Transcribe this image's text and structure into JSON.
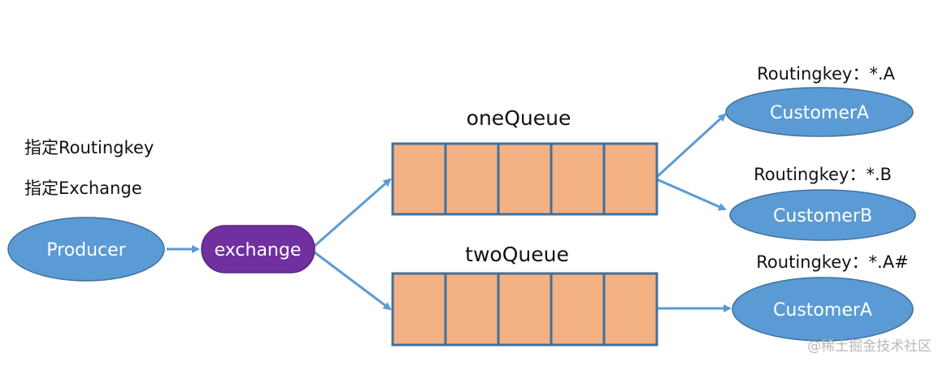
{
  "notes": {
    "routing_key_note": "指定Routingkey",
    "exchange_note": "指定Exchange"
  },
  "nodes": {
    "producer": "Producer",
    "exchange": "exchange",
    "queue_one": "oneQueue",
    "queue_two": "twoQueue",
    "customer_a_top": "CustomerA",
    "customer_b": "CustomerB",
    "customer_a_bottom": "CustomerA"
  },
  "routing_keys": {
    "customer_a_top": "Routingkey：*.A",
    "customer_b": "Routingkey：*.B",
    "customer_a_bottom": "Routingkey：*.A#"
  },
  "watermark": "@稀土掘金技术社区",
  "colors": {
    "node_blue": "#5b9bd5",
    "node_blue_border": "#41719c",
    "exchange_purple": "#7030a0",
    "queue_fill": "#f4b183",
    "queue_border": "#41719c",
    "arrow": "#5b9bd5"
  }
}
